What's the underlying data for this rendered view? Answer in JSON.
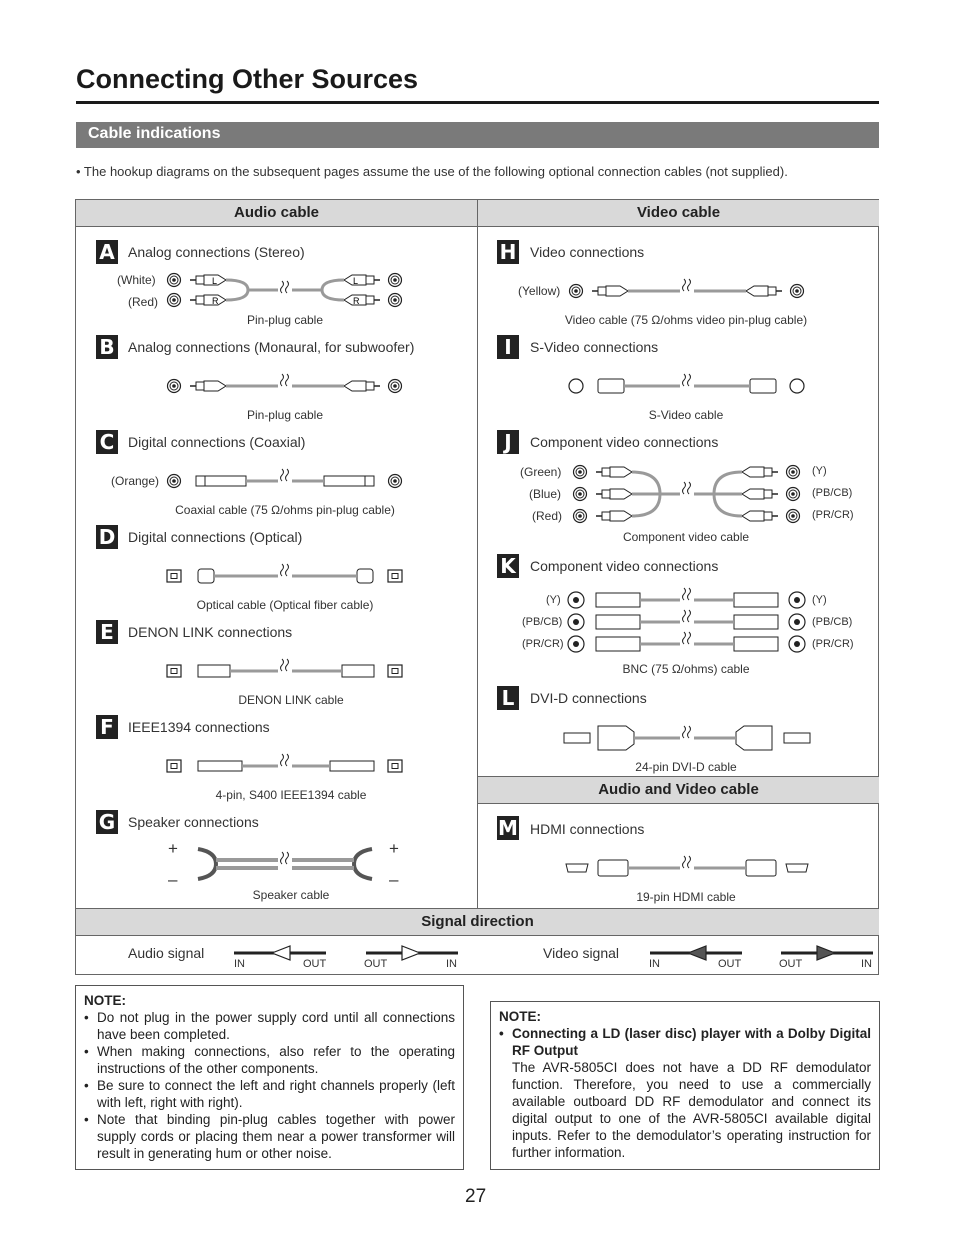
{
  "page": {
    "title": "Connecting Other Sources",
    "section": "Cable indications",
    "intro": "• The hookup diagrams on the subsequent pages assume the use of the following optional connection cables (not supplied).",
    "page_number": "27"
  },
  "table": {
    "audio_header": "Audio cable",
    "video_header": "Video cable",
    "av_header": "Audio and Video cable",
    "signal_header": "Signal direction"
  },
  "audio": {
    "A": {
      "letter": "A",
      "title": "Analog connections (Stereo)",
      "caption": "Pin-plug cable",
      "white": "(White)",
      "red": "(Red)"
    },
    "B": {
      "letter": "B",
      "title": "Analog connections (Monaural, for subwoofer)",
      "caption": "Pin-plug cable"
    },
    "C": {
      "letter": "C",
      "title": "Digital connections (Coaxial)",
      "caption": "Coaxial cable (75 Ω/ohms pin-plug cable)",
      "orange": "(Orange)"
    },
    "D": {
      "letter": "D",
      "title": "Digital connections (Optical)",
      "caption": "Optical cable (Optical fiber cable)"
    },
    "E": {
      "letter": "E",
      "title": "DENON LINK connections",
      "caption": "DENON LINK cable"
    },
    "F": {
      "letter": "F",
      "title": "IEEE1394 connections",
      "caption": "4-pin, S400 IEEE1394 cable"
    },
    "G": {
      "letter": "G",
      "title": "Speaker connections",
      "caption": "Speaker cable",
      "plus": "+",
      "minus": "–"
    }
  },
  "video": {
    "H": {
      "letter": "H",
      "title": "Video connections",
      "caption": "Video cable (75 Ω/ohms video pin-plug cable)",
      "yellow": "(Yellow)"
    },
    "I": {
      "letter": "I",
      "title": "S-Video connections",
      "caption": "S-Video cable"
    },
    "J": {
      "letter": "J",
      "title": "Component video connections",
      "caption": "Component video cable",
      "green": "(Green)",
      "blue": "(Blue)",
      "red": "(Red)",
      "y": "(Y)",
      "pb": "(PB/CB)",
      "pr": "(PR/CR)"
    },
    "K": {
      "letter": "K",
      "title": "Component video connections",
      "caption": "BNC (75 Ω/ohms) cable",
      "y": "(Y)",
      "pb": "(PB/CB)",
      "pr": "(PR/CR)"
    },
    "L": {
      "letter": "L",
      "title": "DVI-D connections",
      "caption": "24-pin DVI-D cable"
    },
    "M": {
      "letter": "M",
      "title": "HDMI connections",
      "caption": "19-pin HDMI cable"
    }
  },
  "signal": {
    "audio_label": "Audio signal",
    "video_label": "Video signal",
    "in": "IN",
    "out": "OUT"
  },
  "note_left": {
    "heading": "NOTE:",
    "items": [
      "Do not plug in the power supply cord until all connections have been completed.",
      "When making connections, also refer to the operating instructions of the other components.",
      "Be sure to connect the left and right channels properly (left with left, right with right).",
      "Note that binding pin-plug cables together with power supply cords or placing them near a power transformer will result in generating hum or other noise."
    ]
  },
  "note_right": {
    "heading": "NOTE:",
    "bold_item": "Connecting a LD (laser disc) player with a Dolby Digital RF Output",
    "body": "The AVR-5805CI does not have a DD RF demodulator function. Therefore, you need to use a commercially available outboard DD RF demodulator and connect its digital output to one of the AVR-5805CI available digital inputs. Refer to the demodulator’s operating instruction for further information."
  },
  "colors": {
    "ink": "#222222",
    "header_gray": "#d9d9d9",
    "bar_gray": "#7a7a7a",
    "cable_gray": "#9a9a9a"
  }
}
